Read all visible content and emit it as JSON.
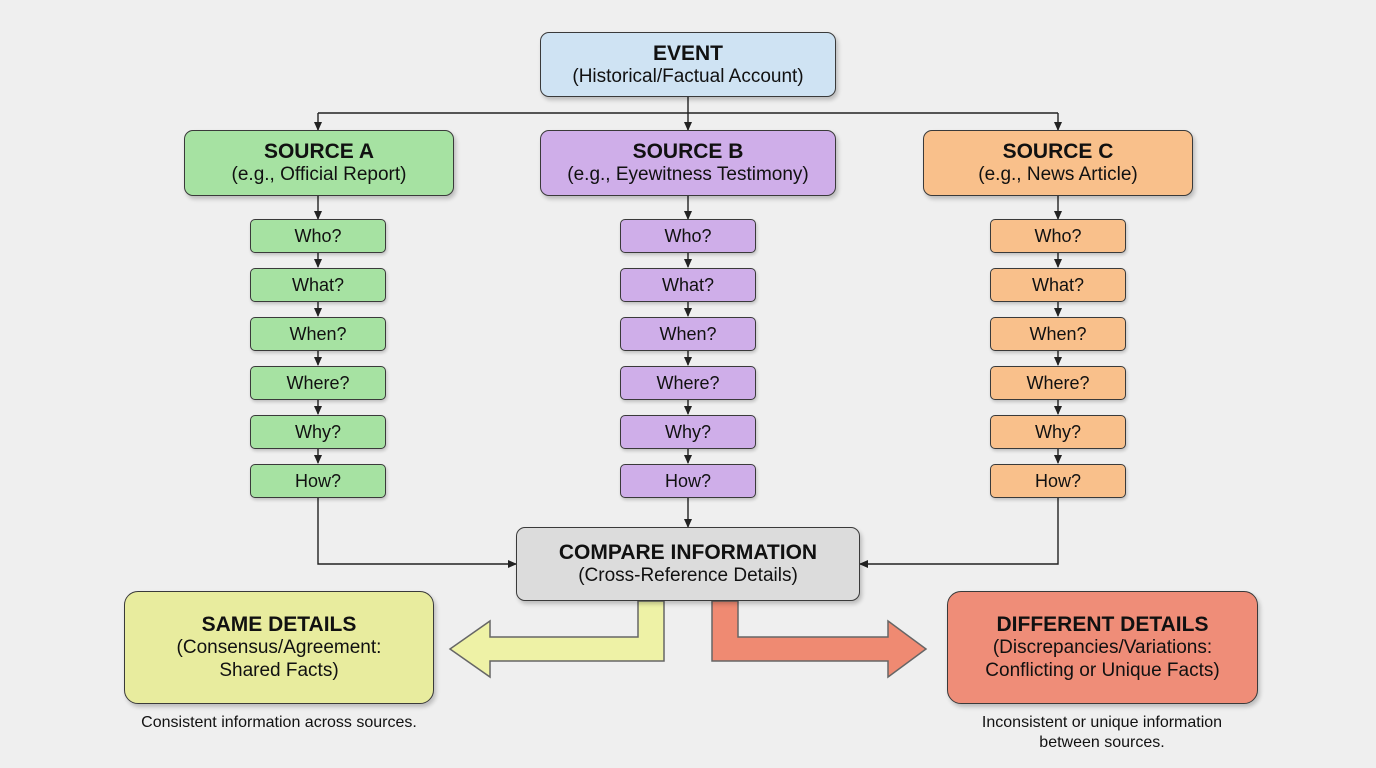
{
  "event": {
    "title": "EVENT",
    "subtitle": "(Historical/Factual Account)",
    "color": "#cfe3f3"
  },
  "sources": [
    {
      "title": "SOURCE A",
      "subtitle": "(e.g., Official Report)",
      "color": "#a6e2a2",
      "questions": [
        "Who?",
        "What?",
        "When?",
        "Where?",
        "Why?",
        "How?"
      ]
    },
    {
      "title": "SOURCE B",
      "subtitle": "(e.g., Eyewitness Testimony)",
      "color": "#cfaee9",
      "questions": [
        "Who?",
        "What?",
        "When?",
        "Where?",
        "Why?",
        "How?"
      ]
    },
    {
      "title": "SOURCE C",
      "subtitle": "(e.g., News Article)",
      "color": "#f9c08b",
      "questions": [
        "Who?",
        "What?",
        "When?",
        "Where?",
        "Why?",
        "How?"
      ]
    }
  ],
  "compare": {
    "title": "COMPARE INFORMATION",
    "subtitle": "(Cross-Reference Details)",
    "color": "#dcdcdc"
  },
  "same": {
    "title": "SAME DETAILS",
    "line1": "(Consensus/Agreement:",
    "line2": "Shared Facts)",
    "note": "Consistent information across sources.",
    "color": "#e8ec9e",
    "arrow_color": "#eef2a6"
  },
  "different": {
    "title": "DIFFERENT DETAILS",
    "line1": "(Discrepancies/Variations:",
    "line2": "Conflicting or Unique Facts)",
    "note_line1": "Inconsistent or unique information",
    "note_line2": "between sources.",
    "color": "#ef8d78",
    "arrow_color": "#ef8a72"
  }
}
